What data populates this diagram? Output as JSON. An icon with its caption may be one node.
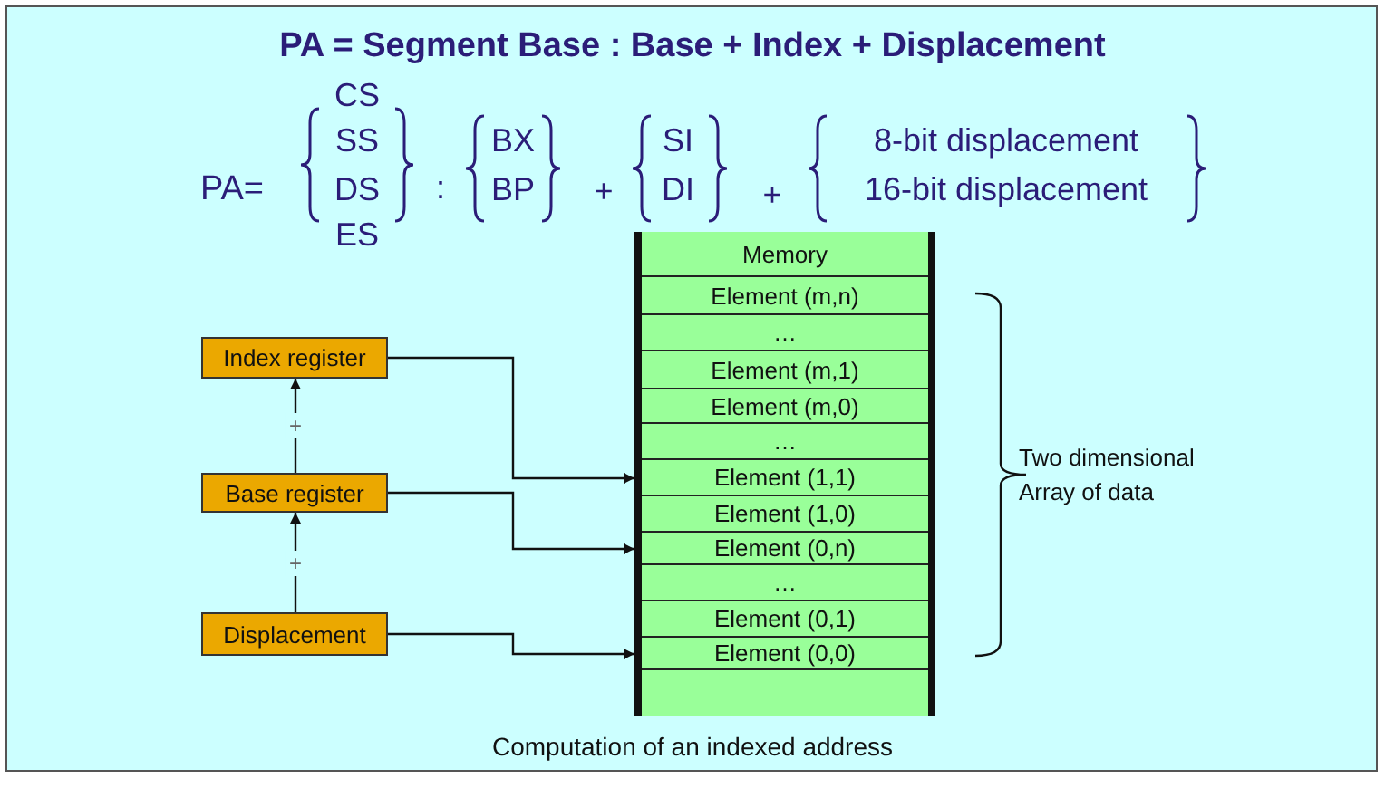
{
  "diagram": {
    "title": "PA = Segment Base : Base + Index + Displacement",
    "caption": "Computation of an indexed address",
    "nodes": [
      {
        "text": [],
        "shape": "box"
      },
      {
        "text": [
          "Memory"
        ],
        "in": 0
      },
      {
        "text": [
          "Element (m,n)"
        ],
        "in": 0
      },
      {
        "text": [
          "…"
        ],
        "in": 0
      },
      {
        "text": [
          "Element (m,1)"
        ],
        "in": 0
      },
      {
        "text": [
          "Element (m,0)"
        ],
        "in": 0
      },
      {
        "text": [
          "…"
        ],
        "in": 0
      },
      {
        "text": [
          "Element (1,1)"
        ],
        "in": 0
      },
      {
        "text": [
          "Element (1,0)"
        ],
        "in": 0
      },
      {
        "text": [
          "Element (0,n)"
        ],
        "in": 0
      },
      {
        "text": [
          "…"
        ],
        "in": 0
      },
      {
        "text": [
          "Element (0,1)"
        ],
        "in": 0
      },
      {
        "text": [
          "Element (0,0)"
        ],
        "in": 0
      },
      {
        "text": [],
        "shape": "box",
        "in": 0
      },
      {
        "text": [
          "Index register"
        ]
      },
      {
        "text": [
          "Base register"
        ]
      },
      {
        "text": [
          "Displacement"
        ]
      }
    ],
    "edges": [
      {
        "from": 14,
        "to": 7,
        "arrow": "to"
      },
      {
        "from": 15,
        "to": 9,
        "arrow": "to"
      },
      {
        "from": 16,
        "to": 12,
        "arrow": "to"
      },
      {
        "from": 16,
        "to": 15,
        "arrow": "to",
        "label": "+"
      },
      {
        "from": 15,
        "to": 14,
        "arrow": "to",
        "label": "+"
      }
    ],
    "labels": [
      "PA=",
      "CS",
      "SS",
      "DS",
      "ES",
      ":",
      "BX",
      "BP",
      "+",
      "SI",
      "DI",
      "+",
      "8-bit displacement",
      "16-bit displacement",
      "Two dimensional Array of data"
    ]
  }
}
